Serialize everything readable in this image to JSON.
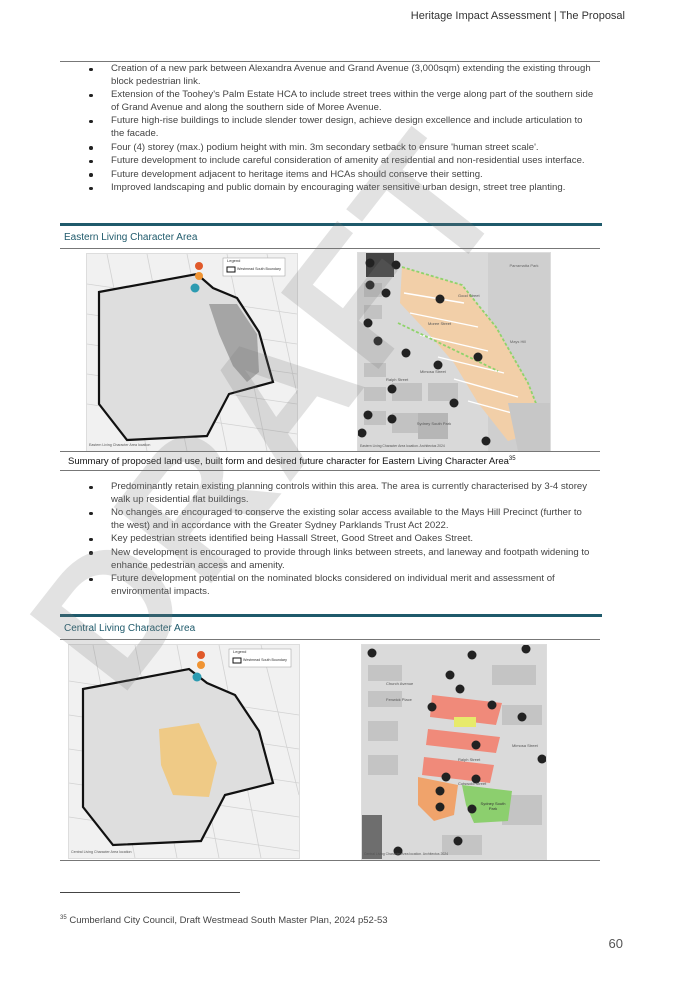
{
  "header": {
    "title": "Heritage Impact Assessment | The Proposal"
  },
  "intro_bullets": [
    "Creation of a new park between Alexandra Avenue and Grand Avenue (3,000sqm) extending the existing through block pedestrian link.",
    "Extension of the Toohey's Palm Estate HCA to include street trees within the verge along part of the southern side of Grand Avenue and along the southern side of Moree Avenue.",
    "Future high-rise buildings to include slender tower design, achieve design excellence and include articulation to the facade.",
    "Four (4) storey (max.) podium height with min. 3m secondary setback to ensure 'human street scale'.",
    "Future development to include careful consideration of amenity at residential and non-residential uses interface.",
    "Future development adjacent to heritage items and HCAs should conserve their setting.",
    "Improved landscaping and public domain by encouraging water sensitive urban design, street tree planting."
  ],
  "eastern": {
    "title": "Eastern Living Character Area",
    "caption": "Summary of proposed land use, built form and desired future character for Eastern Living Character Area",
    "caption_ref": "35",
    "legend_title": "Legend",
    "legend_item": "Westmead South Boundary",
    "map_left_caption": "Eastern Living Character Area location",
    "map_right_caption": "Eastern Living Character Area location. Architectus 2024",
    "bullets": [
      "Predominantly retain existing planning controls within this area. The area is currently characterised by 3-4 storey walk up residential flat buildings.",
      "No changes are encouraged to conserve the existing solar access available to the Mays Hill Precinct (further to the west) and in accordance with the Greater Sydney Parklands Trust Act 2022.",
      "Key pedestrian streets identified being Hassall Street, Good Street and Oakes Street.",
      "New development is encouraged to provide through links between streets, and laneway and footpath widening to enhance pedestrian access and amenity.",
      "Future development potential on the nominated blocks considered on individual merit and assessment of environmental impacts."
    ],
    "labels": {
      "parramatta_park": "Parramatta Park",
      "mays_hill": "Mays Hill",
      "sydney_park": "Sydney South Park",
      "moree_street": "Moree Street",
      "mimosa_street": "Mimosa Street",
      "ralph_street": "Ralph Street",
      "good_street": "Good Street"
    }
  },
  "central": {
    "title": "Central Living Character Area",
    "legend_title": "Legend",
    "legend_item": "Westmead South Boundary",
    "map_left_caption": "Central Living Character Area location",
    "map_right_caption": "Central Living Character Area location. Architectus 2024",
    "labels": {
      "church_avenue": "Church Avenue",
      "fenwick_place": "Fenwick Place",
      "ralph_street": "Ralph Street",
      "cotswold_street": "Cotswold Street",
      "sydney_park": "Sydney South Park",
      "mimosa_street": "Mimosa Street"
    }
  },
  "footnote": {
    "number": "35",
    "text": "Cumberland City Council, Draft Westmead South Master Plan, 2024 p52-53"
  },
  "page_number": "60",
  "watermark": "DRAFT",
  "colors": {
    "teal": "#1f5a6b",
    "peach": "#f2cfa8",
    "orange": "#f0a36b",
    "red_block": "#f08a7a",
    "green_park": "#8ccf6e",
    "yellow_block": "#e7ea6b",
    "map_grey": "#e6e6e6"
  }
}
